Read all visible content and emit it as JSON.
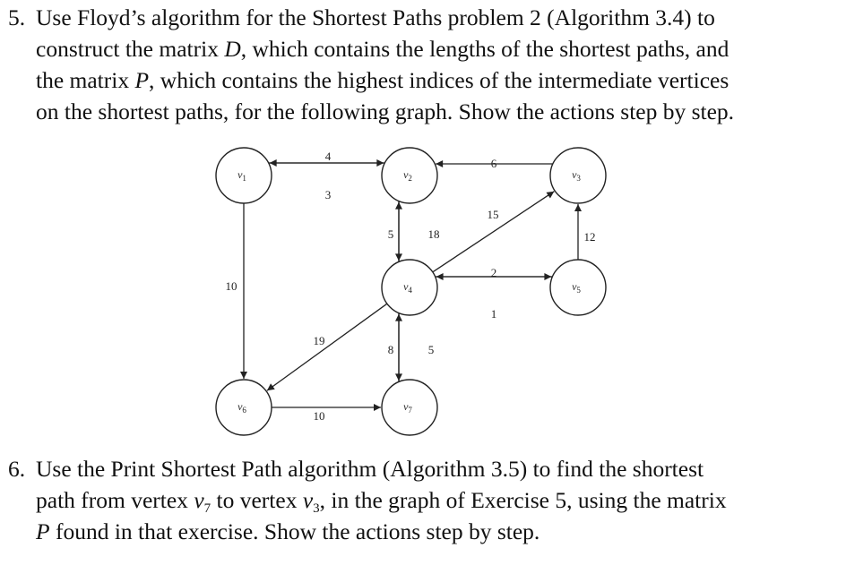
{
  "exercise5": {
    "number": "5.",
    "l1": "Use Floyd’s algorithm for the Shortest Paths problem 2 (Algorithm 3.4) to",
    "l2a": "construct the matrix ",
    "l2b": "D",
    "l2c": ", which contains the lengths of the shortest paths, and",
    "l3a": "the matrix ",
    "l3b": "P",
    "l3c": ", which contains the highest indices of the intermediate vertices",
    "l4": "on the shortest paths, for the following graph. Show the actions step by step."
  },
  "exercise6": {
    "number": "6.",
    "l1": "Use the Print Shortest Path algorithm (Algorithm 3.5) to find the shortest",
    "l2a": "path from vertex ",
    "l2v1": "v",
    "l2s1": "7",
    "l2b": " to vertex ",
    "l2v2": "v",
    "l2s2": "3",
    "l2c": ", in the graph of Exercise 5, using the matrix",
    "l3a": "P",
    "l3b": " found in that exercise. Show the actions step by step."
  },
  "graph": {
    "vertices": [
      {
        "id": "v1",
        "base": "v",
        "sub": "1"
      },
      {
        "id": "v2",
        "base": "v",
        "sub": "2"
      },
      {
        "id": "v3",
        "base": "v",
        "sub": "3"
      },
      {
        "id": "v4",
        "base": "v",
        "sub": "4"
      },
      {
        "id": "v5",
        "base": "v",
        "sub": "5"
      },
      {
        "id": "v6",
        "base": "v",
        "sub": "6"
      },
      {
        "id": "v7",
        "base": "v",
        "sub": "7"
      }
    ],
    "edges": [
      {
        "from": "v1",
        "to": "v2",
        "weight": "4"
      },
      {
        "from": "v2",
        "to": "v1",
        "weight": "3"
      },
      {
        "from": "v3",
        "to": "v2",
        "weight": "6"
      },
      {
        "from": "v1",
        "to": "v6",
        "weight": "10"
      },
      {
        "from": "v4",
        "to": "v2",
        "weight": "5"
      },
      {
        "from": "v2",
        "to": "v4",
        "weight": "18"
      },
      {
        "from": "v4",
        "to": "v3",
        "weight": "15"
      },
      {
        "from": "v5",
        "to": "v3",
        "weight": "12"
      },
      {
        "from": "v4",
        "to": "v5",
        "weight": "2"
      },
      {
        "from": "v5",
        "to": "v4",
        "weight": "1"
      },
      {
        "from": "v4",
        "to": "v6",
        "weight": "19"
      },
      {
        "from": "v7",
        "to": "v4",
        "weight": "8"
      },
      {
        "from": "v4",
        "to": "v7",
        "weight": "5"
      },
      {
        "from": "v6",
        "to": "v7",
        "weight": "10"
      }
    ]
  }
}
